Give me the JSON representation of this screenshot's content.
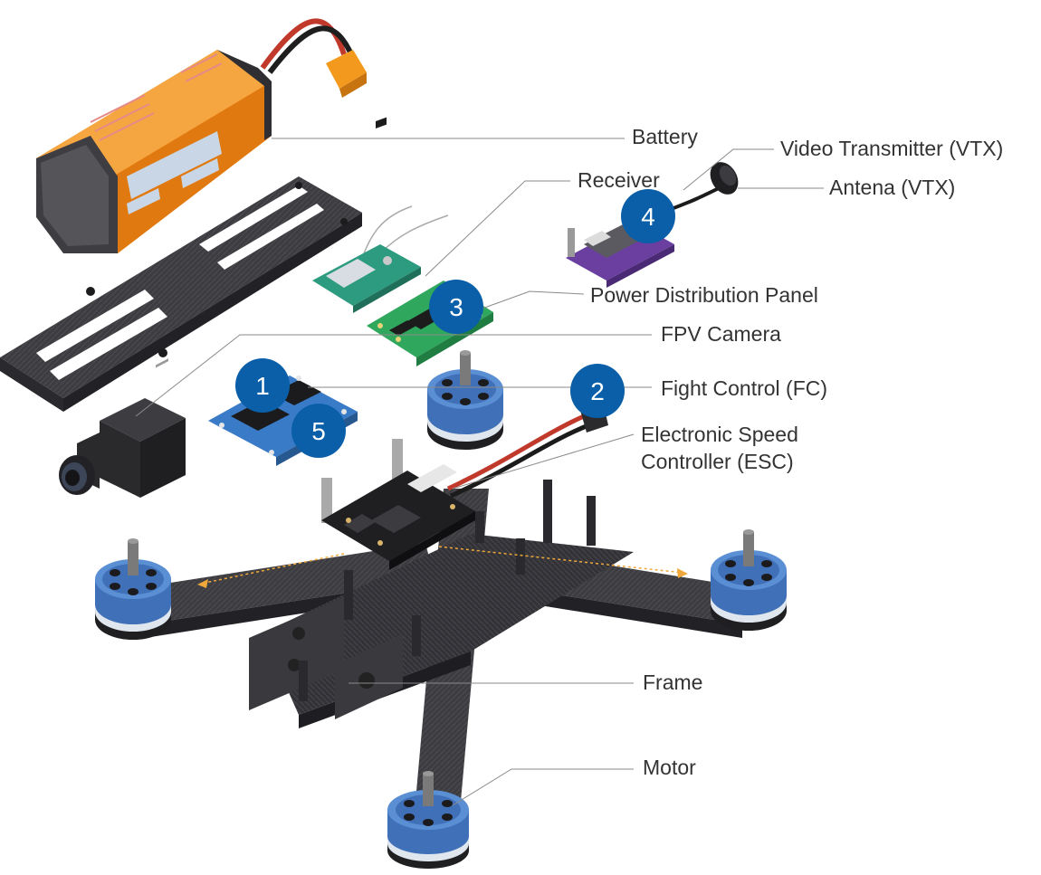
{
  "labels": {
    "battery": "Battery",
    "vtx": "Video Transmitter  (VTX)",
    "receiver": "Receiver",
    "antenna": "Antena (VTX)",
    "pdp": "Power Distribution Panel",
    "camera": "FPV Camera",
    "fc": "Fight Control (FC)",
    "esc_line1": "Electronic Speed",
    "esc_line2": "Controller (ESC)",
    "frame": "Frame",
    "motor": "Motor"
  },
  "badges": {
    "b1": "1",
    "b2": "2",
    "b3": "3",
    "b4": "4",
    "b5": "5"
  },
  "colors": {
    "badge_blue": "#0a5fa8",
    "battery_orange": "#f08c1e",
    "carbon_dark": "#3b3b3f",
    "motor_blue": "#3f70b8",
    "pcb_green": "#2fa75c",
    "pcb_purple": "#6a3fa0",
    "fc_blue": "#3a7bc8",
    "leader_gray": "#8a8a8a"
  }
}
